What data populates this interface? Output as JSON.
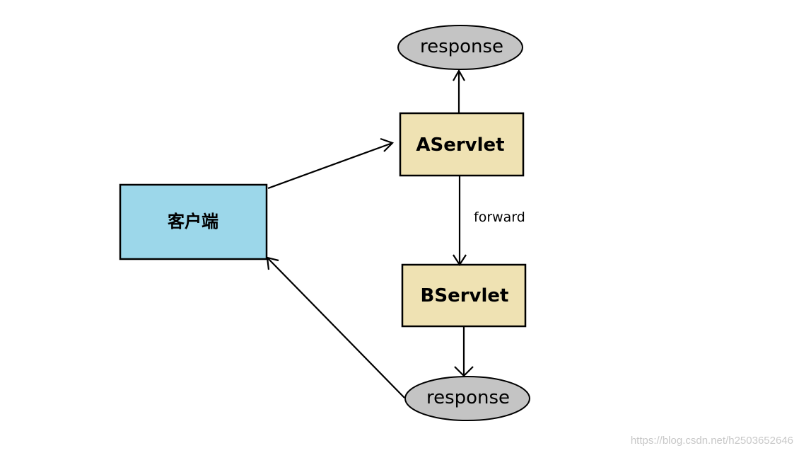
{
  "nodes": {
    "client": {
      "label": "客户端",
      "fill": "#9cd7ea"
    },
    "aservlet": {
      "label": "AServlet",
      "fill": "#efe2b3"
    },
    "bservlet": {
      "label": "BServlet",
      "fill": "#efe2b3"
    },
    "response_top": {
      "label": "response",
      "fill": "#c4c4c4"
    },
    "response_bottom": {
      "label": "response",
      "fill": "#c4c4c4"
    }
  },
  "edges": {
    "client_to_aservlet": {
      "label": ""
    },
    "aservlet_to_response_top": {
      "label": ""
    },
    "aservlet_to_bservlet": {
      "label": "forward"
    },
    "bservlet_to_response_bottom": {
      "label": ""
    },
    "response_bottom_to_client": {
      "label": ""
    }
  },
  "watermark": "https://blog.csdn.net/h2503652646"
}
